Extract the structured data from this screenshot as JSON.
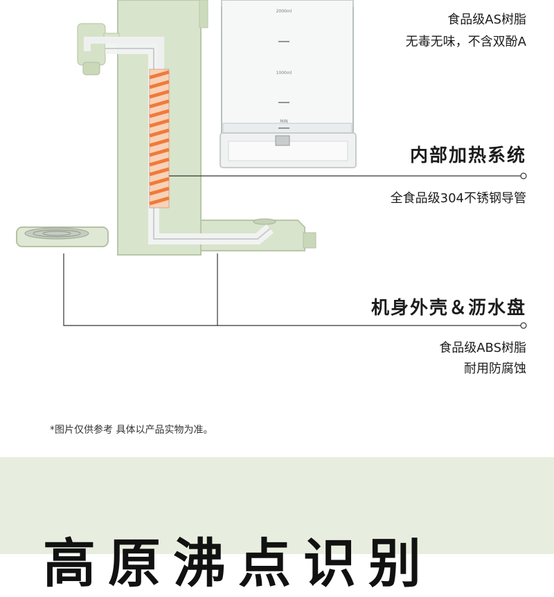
{
  "sections": {
    "tank": {
      "lines": [
        "食品级AS树脂",
        "无毒无味，不含双酚A"
      ]
    },
    "heating": {
      "title": "内部加热系统",
      "lines": [
        "全食品级304不锈钢导管"
      ]
    },
    "shell": {
      "title": "机身外壳＆沥水盘",
      "lines": [
        "食品级ABS树脂",
        "耐用防腐蚀"
      ]
    }
  },
  "tank_marks": [
    "2000ml",
    "1000ml",
    "MIN"
  ],
  "disclaimer": "*图片仅供参考 具体以产品实物为准。",
  "banner_title": "高原沸点识别",
  "colors": {
    "body_green": "#d9e4cc",
    "coil_orange": "#f07a3a",
    "banner_bg": "#e8eedf"
  }
}
